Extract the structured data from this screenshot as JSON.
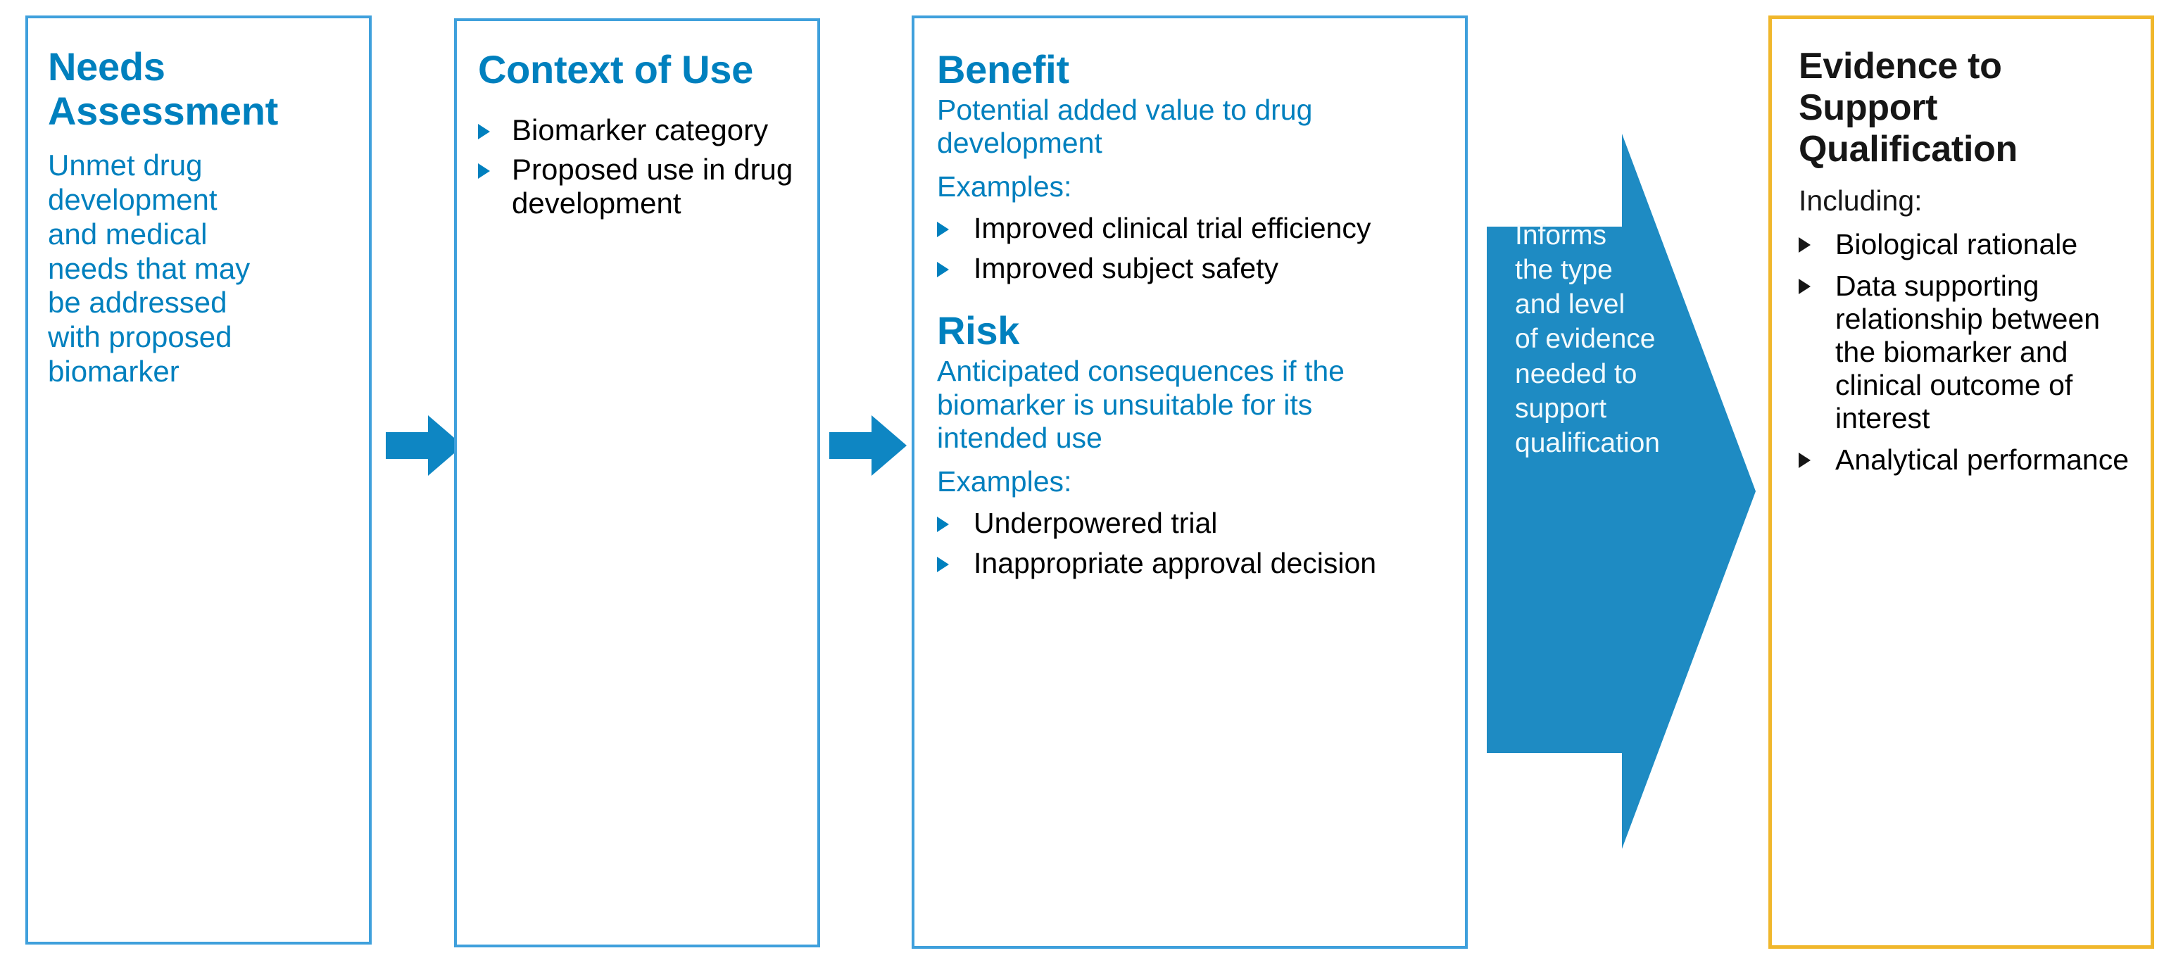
{
  "colors": {
    "blue": "#0080BE",
    "border_blue": "#3FA0DC",
    "gold": "#F0B72C",
    "arrow_fill": "#1E8BC3",
    "black": "#161616",
    "background": "#FFFFFF"
  },
  "cards": [
    {
      "id": "needs-assessment",
      "title": "Needs Assessment",
      "body": "Unmet drug development and medical needs that may be addressed with proposed biomarker",
      "accent": "#3FA0DC",
      "text_color": "#0080BE"
    },
    {
      "id": "context-of-use",
      "title": "Context of Use",
      "bullets": [
        "Biomarker category",
        "Proposed use in drug development"
      ],
      "accent": "#3FA0DC",
      "text_color": "#0080BE"
    },
    {
      "id": "benefit-risk",
      "accent": "#3FA0DC",
      "text_color": "#0080BE",
      "sections": [
        {
          "heading": "Benefit",
          "lead": "Potential added value to drug development",
          "examples_label": "Examples:",
          "bullets": [
            "Improved clinical trial efficiency",
            "Improved subject safety"
          ]
        },
        {
          "heading": "Risk",
          "lead": "Anticipated consequences if the biomarker is unsuitable for its intended use",
          "examples_label": "Examples:",
          "bullets": [
            "Underpowered trial",
            "Inappropriate approval decision"
          ]
        }
      ]
    },
    {
      "id": "evidence-to-support-qualification",
      "title": "Evidence to Support Qualification",
      "intro": "Including:",
      "bullets": [
        "Biological rationale",
        "Data supporting relationship between the biomarker and clinical outcome of interest",
        "Analytical performance"
      ],
      "accent": "#F0B72C",
      "text_color": "#161616"
    }
  ],
  "connectors": [
    {
      "id": "connector-1-to-2",
      "icon": "arrow-right-icon"
    },
    {
      "id": "connector-2-to-3",
      "icon": "arrow-right-icon"
    }
  ],
  "big_arrow": {
    "id": "informs-arrow",
    "icon": "arrow-right-icon",
    "label": "Informs\nthe type\nand level\nof evidence\nneeded to\nsupport\nqualification",
    "fill": "#1E8BC3",
    "text_color": "#F2FAFD"
  }
}
